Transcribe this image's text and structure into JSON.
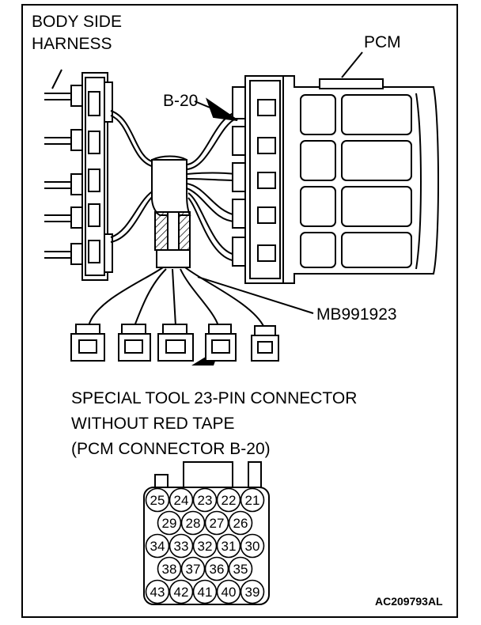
{
  "labels": {
    "body_side_harness": [
      "BODY SIDE",
      "HARNESS"
    ],
    "pcm": "PCM",
    "connector_ref": "B-20",
    "tool": "MB991923",
    "caption": [
      "SPECIAL TOOL 23-PIN CONNECTOR",
      "WITHOUT RED TAPE",
      "(PCM CONNECTOR B-20)"
    ],
    "figure_id": "AC209793AL"
  },
  "pin_rows": [
    [
      "25",
      "24",
      "23",
      "22",
      "21"
    ],
    [
      "29",
      "28",
      "27",
      "26"
    ],
    [
      "34",
      "33",
      "32",
      "31",
      "30"
    ],
    [
      "38",
      "37",
      "36",
      "35"
    ],
    [
      "43",
      "42",
      "41",
      "40",
      "39"
    ]
  ],
  "colors": {
    "ink": "#000000",
    "paper": "#ffffff"
  }
}
